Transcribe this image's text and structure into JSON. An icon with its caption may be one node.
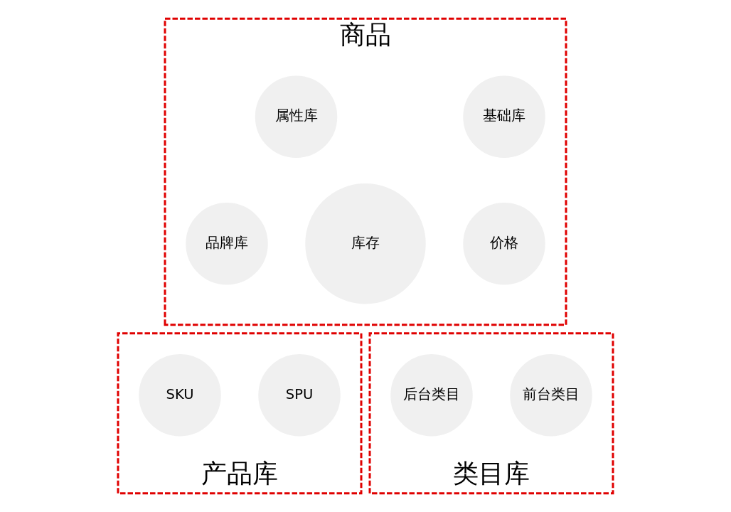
{
  "diagram": {
    "nodes": [
      {
        "text": [
          "商品"
        ]
      },
      {
        "text": [
          "属性库"
        ],
        "in": 0
      },
      {
        "text": [
          "基础库"
        ],
        "in": 0
      },
      {
        "text": [
          "品牌库"
        ],
        "in": 0
      },
      {
        "text": [
          "库存"
        ],
        "in": 0
      },
      {
        "text": [
          "价格"
        ],
        "in": 0
      },
      {
        "text": [
          "产品库"
        ]
      },
      {
        "text": [
          "SKU"
        ],
        "in": 6
      },
      {
        "text": [
          "SPU"
        ],
        "in": 6
      },
      {
        "text": [
          "类目库"
        ]
      },
      {
        "text": [
          "前台类目"
        ],
        "in": 9
      },
      {
        "text": [
          "后台类目"
        ],
        "in": 9
      }
    ]
  }
}
